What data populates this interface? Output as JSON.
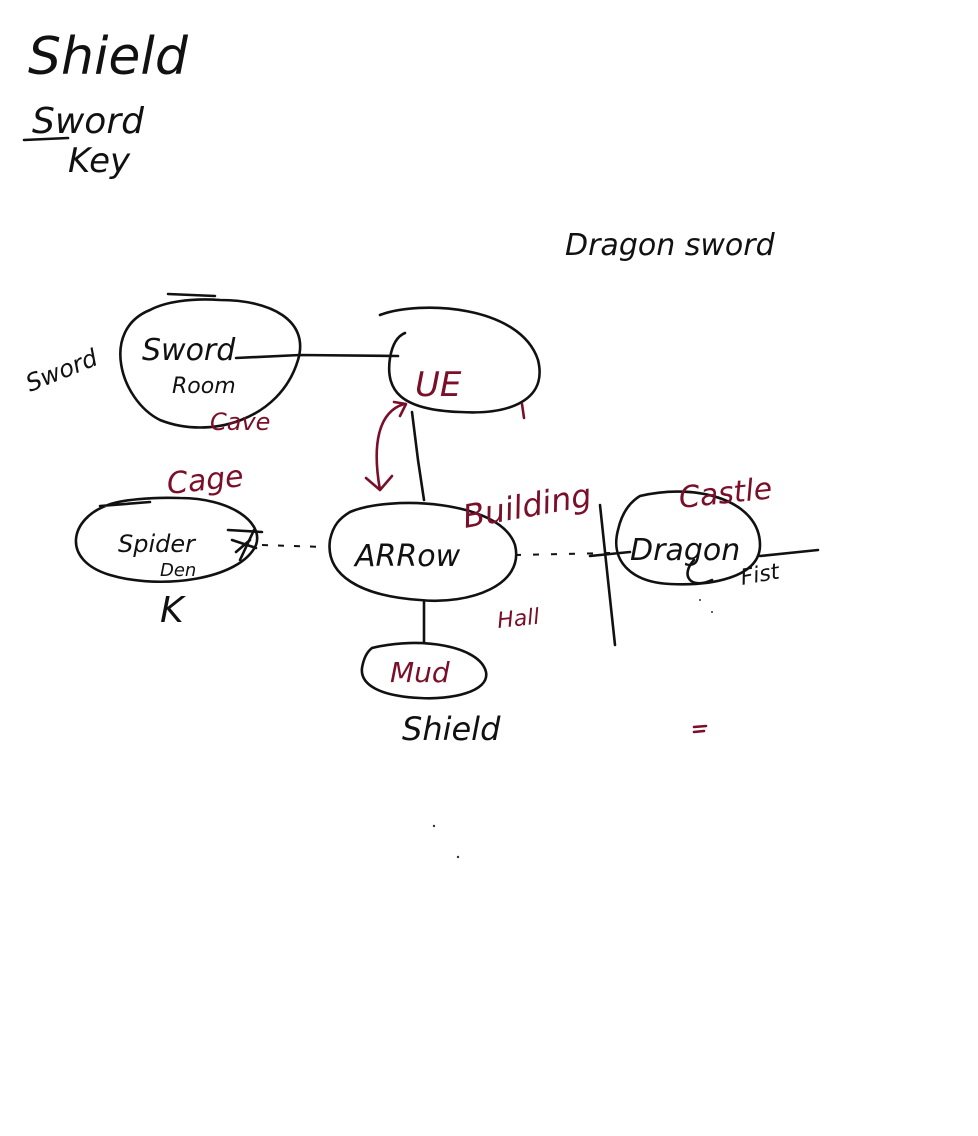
{
  "notes": {
    "line1": "Shield",
    "line2": "Sword",
    "line3": "Key"
  },
  "top_right_note": "Dragon sword",
  "rooms": {
    "sword_room": {
      "label_line1": "Sword",
      "label_line2": "Room",
      "side_note": "Sword",
      "area": "Cave"
    },
    "ue_room": {
      "label": "UE"
    },
    "arrow_room": {
      "label": "ARRow",
      "area_above": "Building",
      "area_below": "Hall"
    },
    "spider_room": {
      "label_line1": "Spider",
      "label_line2": "Den",
      "area": "Cage",
      "note_below": "K"
    },
    "dragon_room": {
      "label": "Dragon",
      "area": "Castle",
      "side_note": "Fist"
    },
    "mud_room": {
      "label": "Mud",
      "note_below": "Shield"
    }
  },
  "colors": {
    "black_ink": "#111111",
    "red_ink": "#7a0f2a"
  }
}
